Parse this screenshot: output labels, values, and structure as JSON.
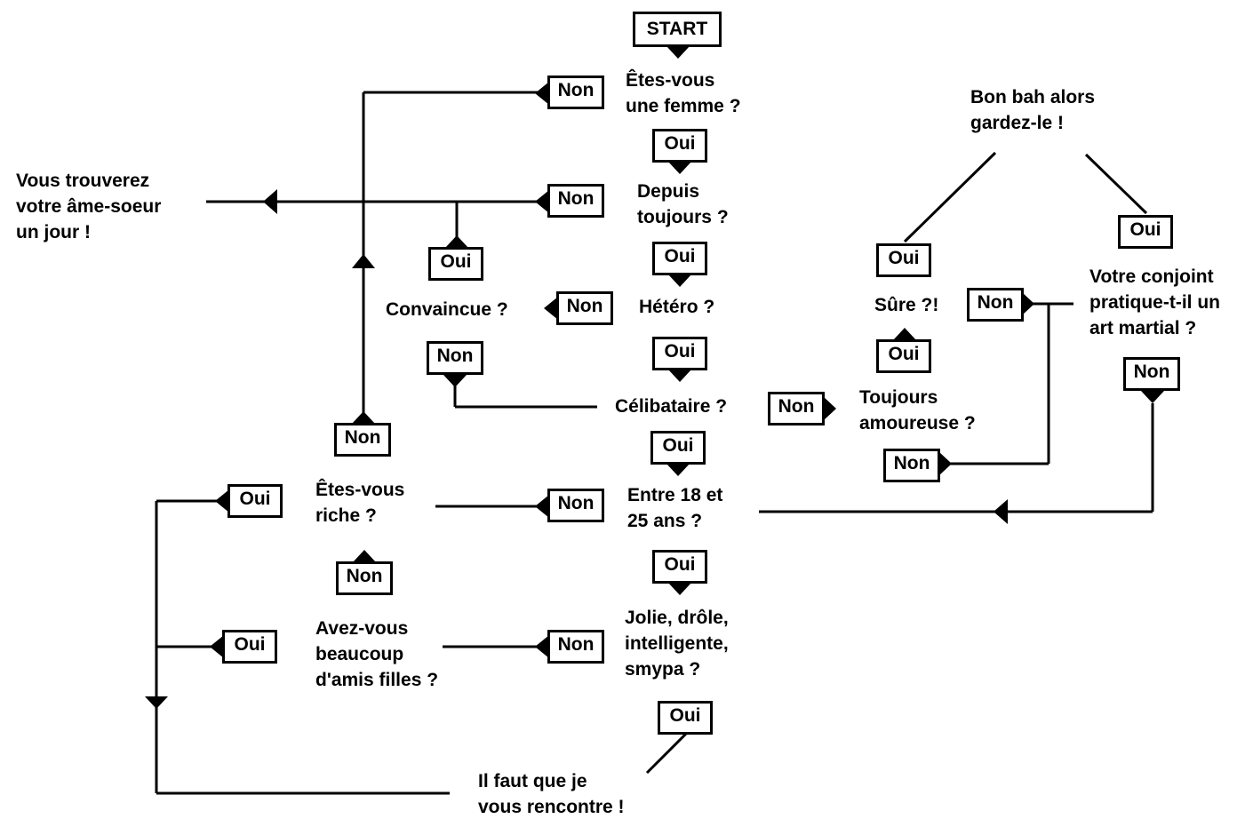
{
  "start": "START",
  "questions": {
    "femme": "Êtes-vous\nune femme ?",
    "depuis": "Depuis\ntoujours ?",
    "hetero": "Hétéro ?",
    "convaincue": "Convaincue ?",
    "celibataire": "Célibataire ?",
    "age": "Entre 18 et\n25 ans ?",
    "riche": "Êtes-vous\nriche ?",
    "amis": "Avez-vous\nbeaucoup\nd'amis filles ?",
    "jolie": "Jolie, drôle,\nintelligente,\nsmypa ?",
    "toujours_amoureuse": "Toujours\namoureuse ?",
    "sure": "Sûre ?!",
    "conjoint": "Votre conjoint\npratique-t-il un\nart martial ?"
  },
  "outcomes": {
    "ame_soeur": "Vous trouverez\nvotre âme-soeur\nun jour !",
    "rencontre": "Il faut que je\nvous rencontre !",
    "gardez": "Bon bah alors\ngardez-le !"
  },
  "answers": {
    "oui": "Oui",
    "non": "Non"
  }
}
